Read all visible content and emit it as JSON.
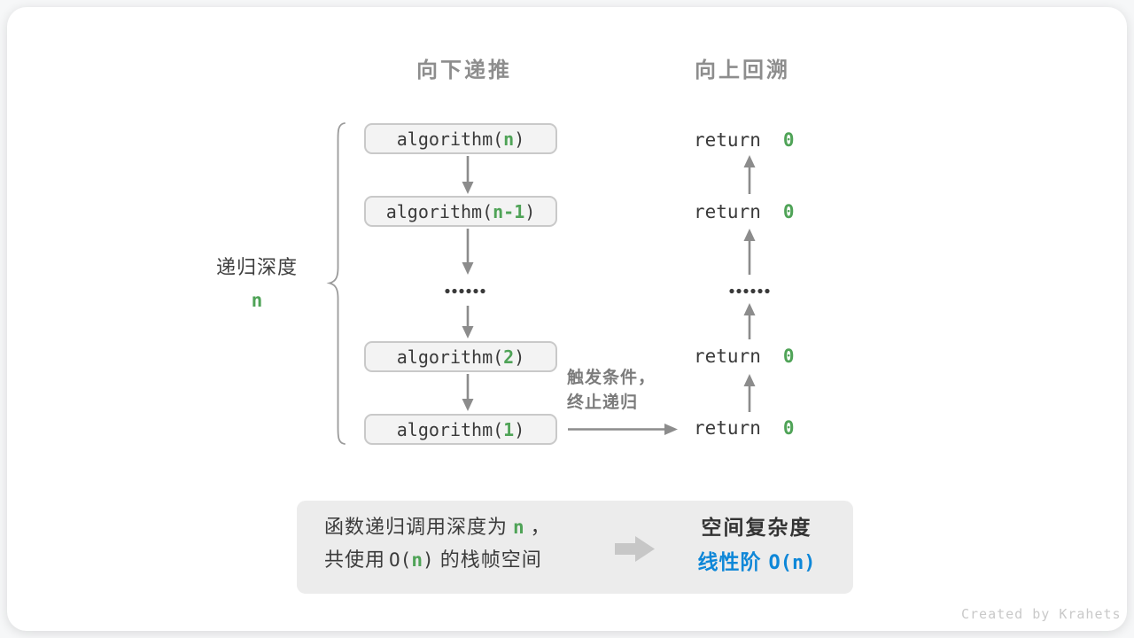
{
  "headers": {
    "left": "向下递推",
    "right": "向上回溯"
  },
  "depth_label": {
    "text": "递归深度",
    "var": "n"
  },
  "call_stack": [
    {
      "pre": "algorithm(",
      "arg": "n",
      "post": ")"
    },
    {
      "pre": "algorithm(",
      "arg": "n-1",
      "post": ")"
    },
    {
      "pre": "algorithm(",
      "arg": "2",
      "post": ")"
    },
    {
      "pre": "algorithm(",
      "arg": "1",
      "post": ")"
    }
  ],
  "returns": [
    {
      "kw": "return",
      "val": "0"
    },
    {
      "kw": "return",
      "val": "0"
    },
    {
      "kw": "return",
      "val": "0"
    },
    {
      "kw": "return",
      "val": "0"
    }
  ],
  "annotation": {
    "line1": "触发条件，",
    "line2": "终止递归"
  },
  "panel": {
    "line1_pre": "函数递归调用深度为",
    "line1_var": "n",
    "line1_post": "，",
    "line2_pre": "共使用",
    "line2_code_pre": "O(",
    "line2_var": "n",
    "line2_code_post": ")",
    "line2_post": " 的栈帧空间",
    "right_title": "空间复杂度",
    "right_label": "线性阶",
    "right_code": "O(n)"
  },
  "watermark": "Created by Krahets",
  "colors": {
    "accent_green": "#4fa357",
    "accent_blue": "#0e87d8",
    "arrow_gray": "#8c8c8c",
    "box_border": "#c9c9c9",
    "box_fill": "#f3f3f3",
    "panel_fill": "#ececec"
  }
}
